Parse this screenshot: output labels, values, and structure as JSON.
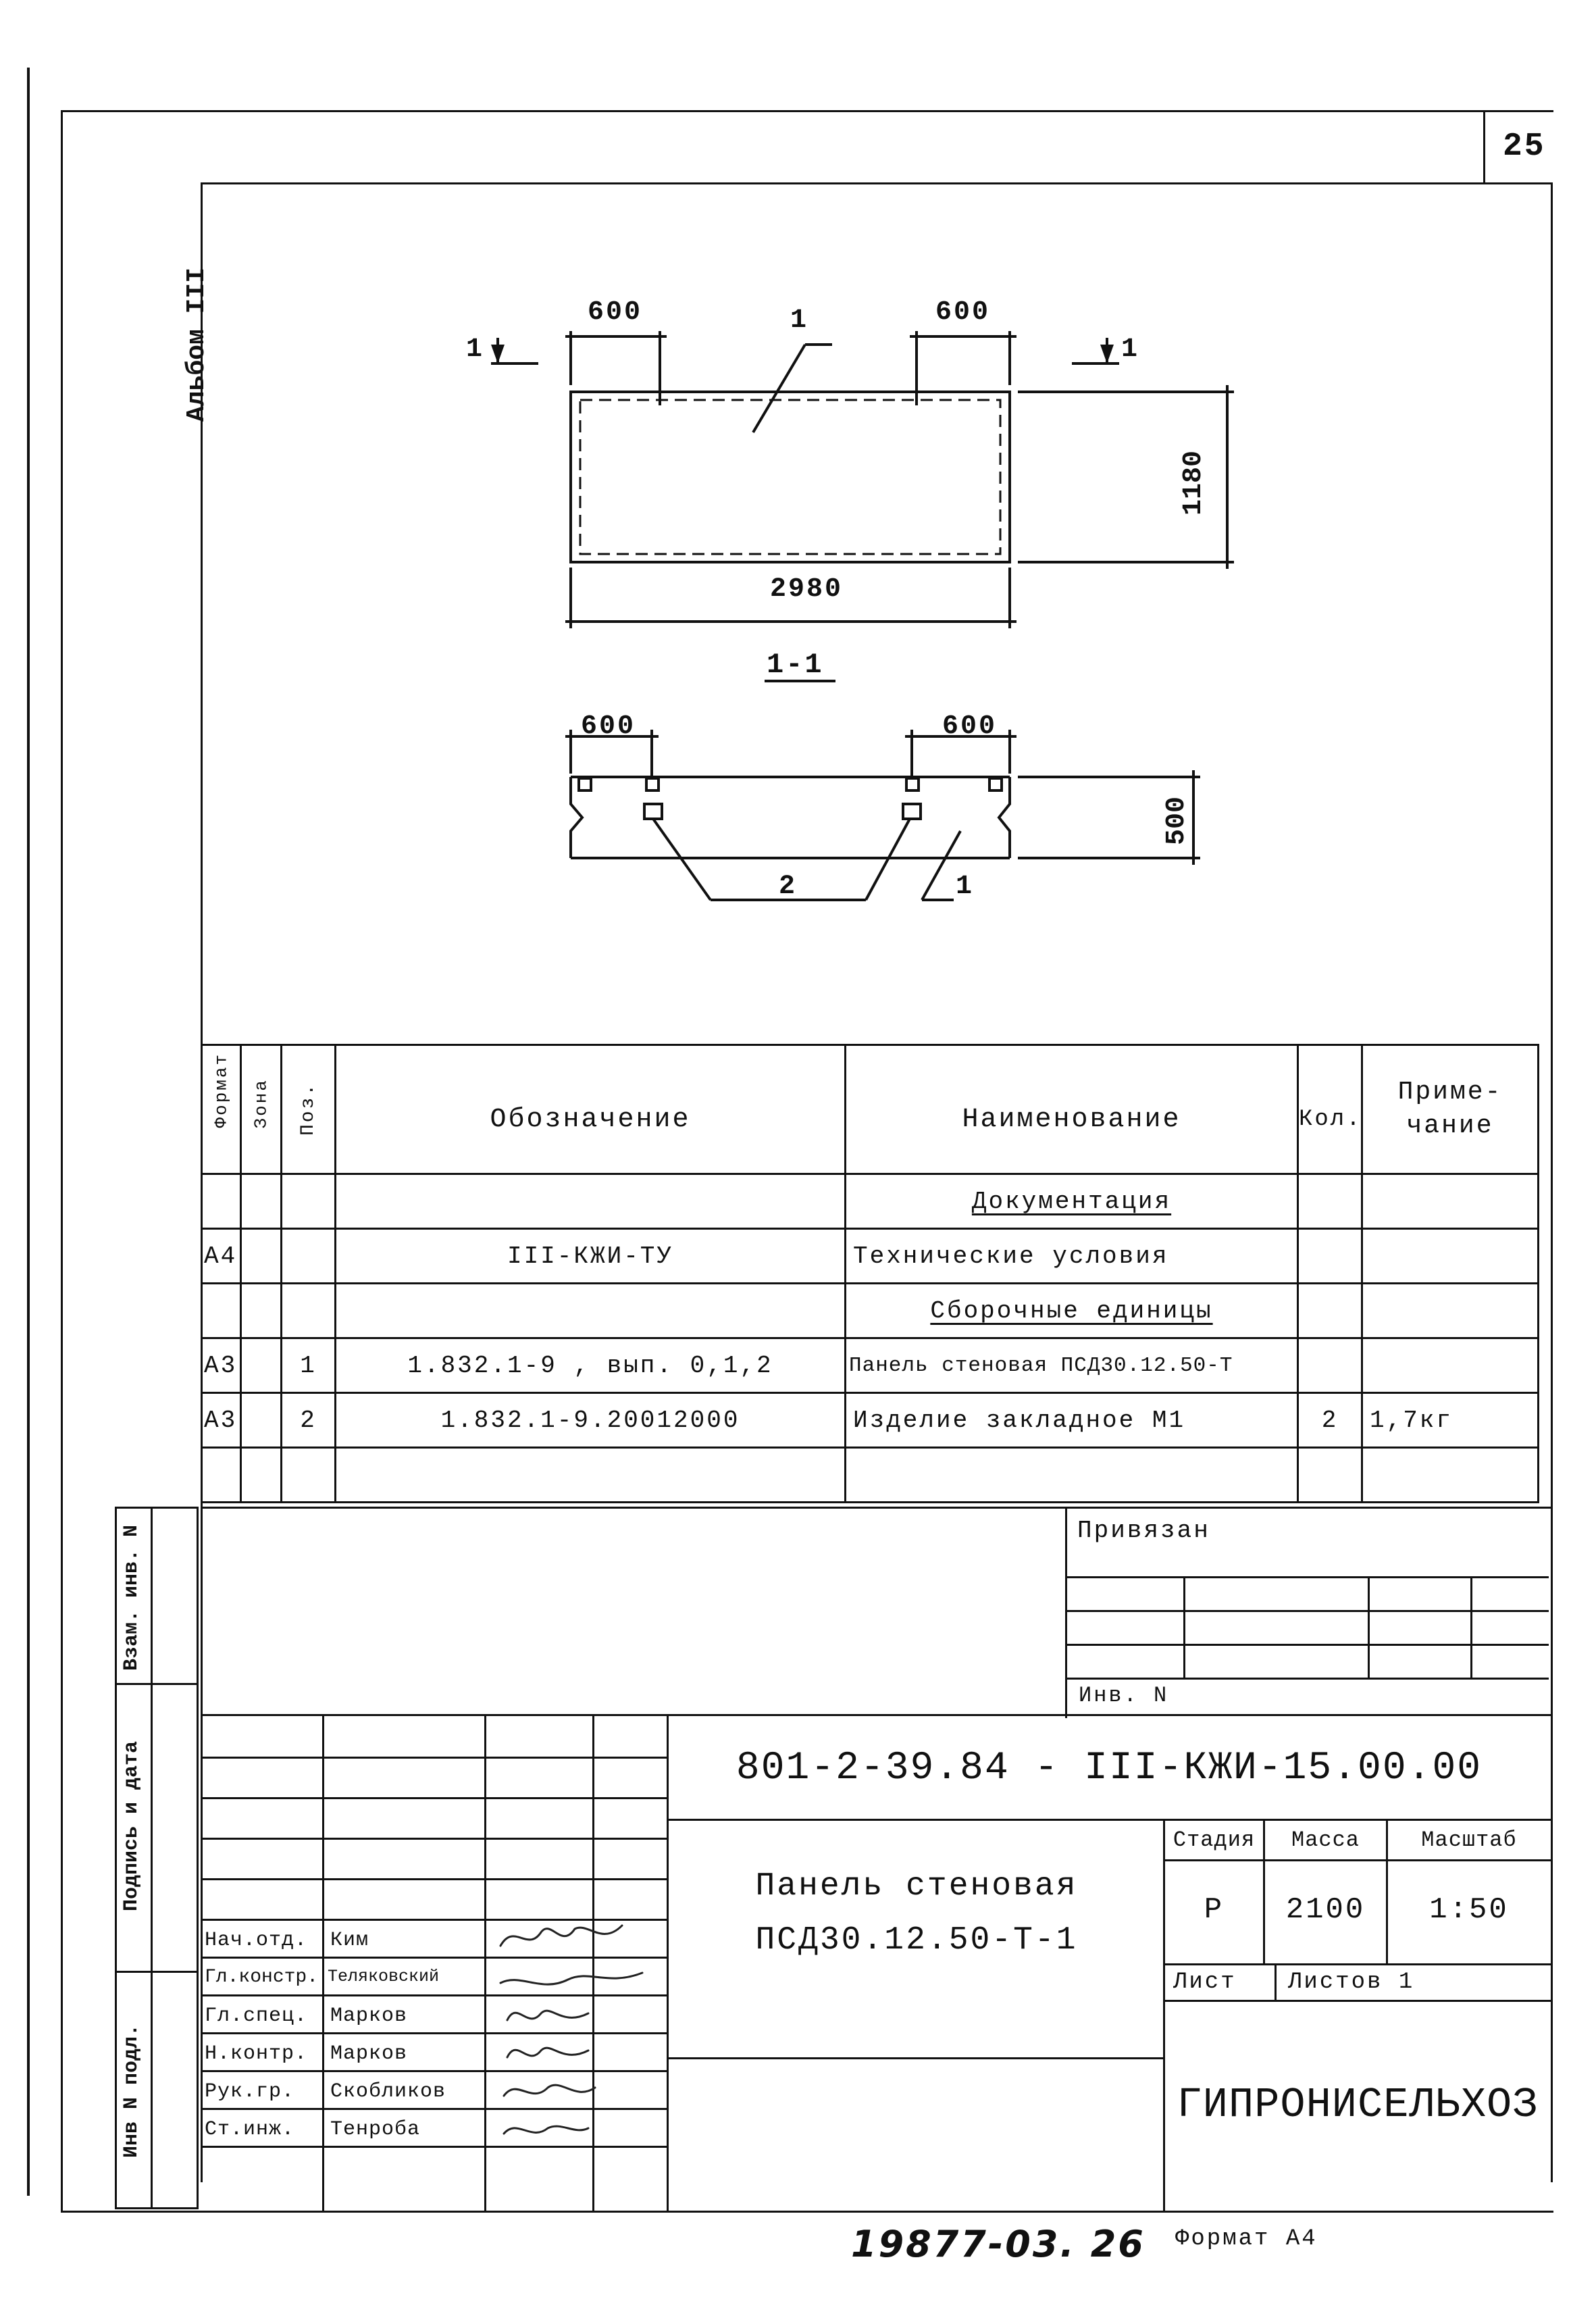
{
  "sheet": {
    "page_number": "25",
    "album_label": "Альбом III"
  },
  "drawing": {
    "plan": {
      "dim_left": "600",
      "dim_right": "600",
      "dim_width": "2980",
      "dim_height": "1180",
      "section_mark": "1",
      "leader_pos": "1"
    },
    "section": {
      "title": "1-1",
      "dim_left": "600",
      "dim_right": "600",
      "dim_height": "500",
      "leader_pos_2": "2",
      "leader_pos_1": "1"
    }
  },
  "spec_table": {
    "headers": {
      "format": "Формат",
      "zone": "Зона",
      "pos": "Поз.",
      "designation": "Обозначение",
      "name": "Наименование",
      "qty": "Кол.",
      "note": "Приме-чание"
    },
    "rows": [
      {
        "format": "",
        "pos": "",
        "designation": "",
        "name": "Документация",
        "qty": "",
        "note": "",
        "underlined": true
      },
      {
        "format": "А4",
        "pos": "",
        "designation": "III-КЖИ-ТУ",
        "name": "Технические условия",
        "qty": "",
        "note": "",
        "underlined": false
      },
      {
        "format": "",
        "pos": "",
        "designation": "",
        "name": "Сборочные единицы",
        "qty": "",
        "note": "",
        "underlined": true
      },
      {
        "format": "А3",
        "pos": "1",
        "designation": "1.832.1-9 , вып. 0,1,2",
        "name": "Панель стеновая ПСД30.12.50-Т",
        "qty": "",
        "note": "",
        "underlined": false
      },
      {
        "format": "А3",
        "pos": "2",
        "designation": "1.832.1-9.20012000",
        "name": "Изделие закладное М1",
        "qty": "2",
        "note": "1,7кг",
        "underlined": false
      },
      {
        "format": "",
        "pos": "",
        "designation": "",
        "name": "",
        "qty": "",
        "note": "",
        "underlined": false
      }
    ]
  },
  "side_stamp": {
    "vzam": "Взам. инв. N",
    "podpis": "Подпись и дата",
    "inv": "Инв N подл."
  },
  "binding": {
    "privyazan": "Привязан",
    "inv_n": "Инв. N"
  },
  "title_block": {
    "document_code": "801-2-39.84 - III-КЖИ-15.00.00",
    "title_line1": "Панель стеновая",
    "title_line2": "ПСД30.12.50-Т-1",
    "stage_label": "Стадия",
    "mass_label": "Масса",
    "scale_label": "Масштаб",
    "stage": "Р",
    "mass": "2100",
    "scale": "1:50",
    "sheet_label": "Лист",
    "sheets_label": "Листов 1",
    "organization": "ГИПРОНИСЕЛЬХОЗ",
    "signatures": [
      {
        "role": "Нач.отд.",
        "name": "Ким"
      },
      {
        "role": "Гл.констр.",
        "name": "Теляковский"
      },
      {
        "role": "Гл.спец.",
        "name": "Марков"
      },
      {
        "role": "Н.контр.",
        "name": "Марков"
      },
      {
        "role": "Рук.гр.",
        "name": "Скобликов"
      },
      {
        "role": "Ст.инж.",
        "name": "Тенроба"
      }
    ]
  },
  "footer": {
    "archive_number": "19877-03. 26",
    "format": "Формат А4"
  }
}
